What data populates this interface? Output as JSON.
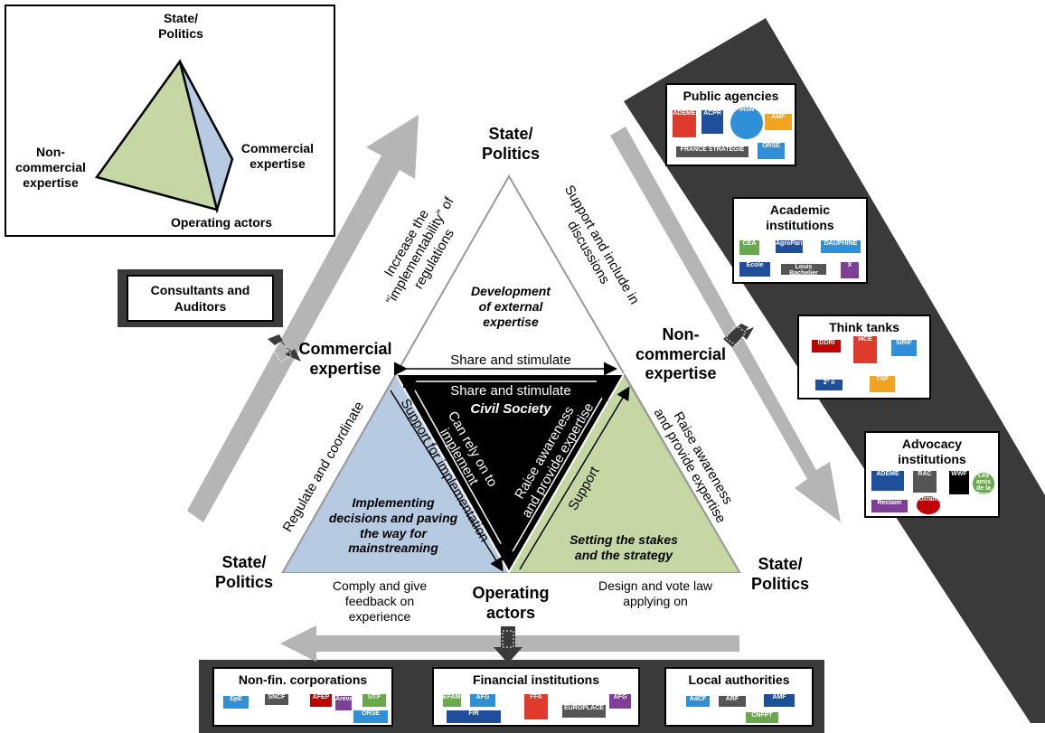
{
  "inset": {
    "top": "State/\nPolitics",
    "right": "Commercial\nexpertise",
    "left": "Non-\ncommercial\nexpertise",
    "bottom": "Operating actors"
  },
  "triangle": {
    "top": "State/\nPolitics",
    "left_corner": "Commercial\nexpertise",
    "right_corner": "Non-\ncommercial\nexpertise",
    "bottom_left": "State/\nPolitics",
    "bottom_right": "State/\nPolitics",
    "bottom_center": "Operating\nactors",
    "top_center": "Development\nof external\nexpertise",
    "left_center": "Implementing\ndecisions and paving\nthe way for\nmainstreaming",
    "right_center": "Setting the stakes\nand the strategy",
    "civil_society": "Civil Society"
  },
  "relations": {
    "share_outer": "Share and stimulate",
    "share_inner": "Share and stimulate",
    "increase_implementability": "Increase the\n“implementability” of\nregulations",
    "support_include": "Support and include in\ndiscussions",
    "regulate_coordinate": "Regulate and coordinate",
    "support_implementation": "Support for implementation",
    "can_rely": "Can rely on to\nimplement",
    "raise_inner": "Raise awareness\nand provide expertise",
    "support": "Support",
    "raise_outer": "Raise awareness\nand provide expertise",
    "comply": "Comply and give\nfeedback on\nexperience",
    "design_vote": "Design and vote law\napplying on"
  },
  "boxes": {
    "consultants": "Consultants and\nAuditors",
    "public_agencies": "Public agencies",
    "academic": "Academic\ninstitutions",
    "think_tanks": "Think tanks",
    "advocacy": "Advocacy\ninstitutions",
    "non_fin": "Non-fin. corporations",
    "financial": "Financial institutions",
    "local": "Local authorities"
  },
  "logos": {
    "public": [
      "ADEME",
      "ACPR",
      "IRSN",
      "AMF",
      "FRANCE STRATEGIE",
      "ORSE"
    ],
    "academic": [
      "CEA",
      "AgroParis",
      "DAUPHINE",
      "Ecole",
      "Louis Bachelier",
      "X"
    ],
    "think": [
      "IDDRI",
      "I4CE",
      "SIRIF",
      "2° ii",
      "TSP"
    ],
    "advocacy": [
      "ADEME",
      "RAC",
      "WWF",
      "Les amis de la Terre",
      "Reclaim",
      "Oxfam"
    ],
    "non_fin": [
      "EpE",
      "SNCF",
      "AFEP",
      "Areva",
      "UTP",
      "ORSE"
    ],
    "financial": [
      "EFAMA",
      "FIR",
      "AFG",
      "FFA",
      "EUROPLACE",
      "AFG"
    ],
    "local": [
      "AMF",
      "AdCF",
      "ARF",
      "CNFPT"
    ]
  },
  "colors": {
    "green": "#c5d8a4",
    "blue": "#b6cae2",
    "black": "#000000",
    "dark_panel": "#3a3a3a",
    "arrow_gray": "#b5b5b5",
    "logo_colors": [
      "#1f4e9a",
      "#e03a2d",
      "#2f8fd8",
      "#6aa84f",
      "#7f3f98",
      "#f1a420",
      "#555555",
      "#c00000"
    ]
  }
}
